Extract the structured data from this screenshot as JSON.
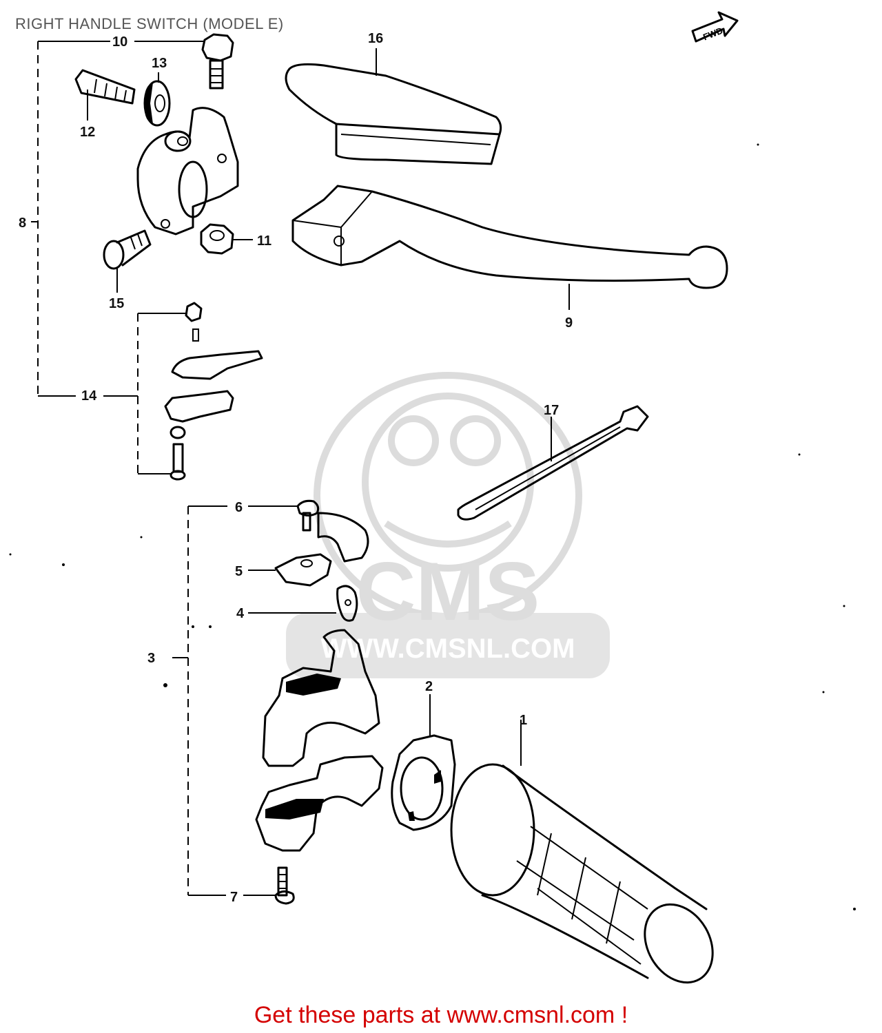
{
  "title": "RIGHT HANDLE SWITCH (MODEL E)",
  "footer_link": "Get these parts at www.cmsnl.com !",
  "fwd_label": "FWD",
  "watermark": {
    "brand": "CMS",
    "url": "WWW.CMSNL.COM"
  },
  "callouts": [
    "1",
    "2",
    "3",
    "4",
    "5",
    "6",
    "7",
    "8",
    "9",
    "10",
    "11",
    "12",
    "13",
    "14",
    "15",
    "16",
    "17"
  ],
  "colors": {
    "footer": "#d40000",
    "title": "#555555",
    "watermark": "#dddddd"
  }
}
